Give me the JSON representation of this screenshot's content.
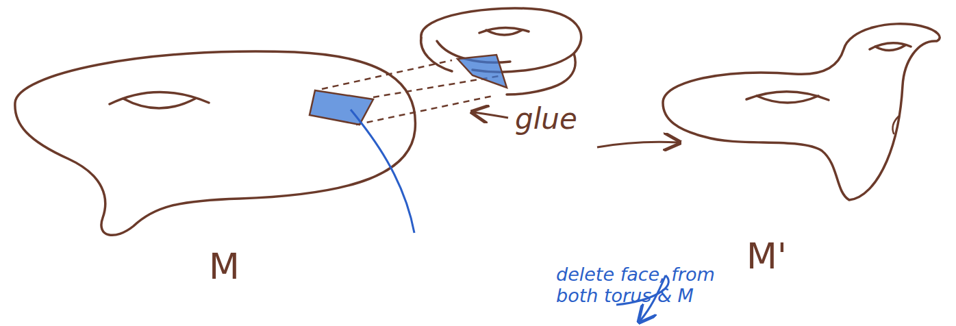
{
  "diagram": {
    "labels": [
      "M",
      "glue",
      "M'",
      "delete face, from both torus & M"
    ]
  }
}
